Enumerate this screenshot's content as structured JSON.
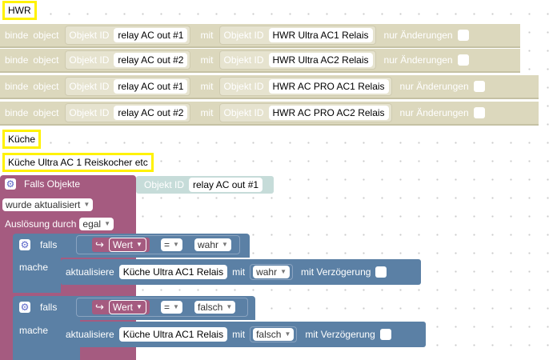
{
  "comments": {
    "hwr": "HWR",
    "kueche": "Küche",
    "kueche_ultra": "Küche Ultra  AC 1 Reiskocher etc"
  },
  "bind_rows": [
    {
      "w1": "binde",
      "w2": "object",
      "id_label": "Objekt ID",
      "id_value": "relay AC out #1",
      "mit": "mit",
      "id_label2": "Objekt ID",
      "id_value2": "HWR Ultra AC1 Relais",
      "only_changes": "nur Änderungen"
    },
    {
      "w1": "binde",
      "w2": "object",
      "id_label": "Objekt ID",
      "id_value": "relay AC out #2",
      "mit": "mit",
      "id_label2": "Objekt ID",
      "id_value2": "HWR Ultra AC2 Relais",
      "only_changes": "nur Änderungen"
    },
    {
      "w1": "binde",
      "w2": "object",
      "id_label": "Objekt ID",
      "id_value": "relay AC out #1",
      "mit": "mit",
      "id_label2": "Objekt ID",
      "id_value2": "HWR AC PRO AC1 Relais",
      "only_changes": "nur Änderungen"
    },
    {
      "w1": "binde",
      "w2": "object",
      "id_label": "Objekt ID",
      "id_value": "relay AC out #2",
      "mit": "mit",
      "id_label2": "Objekt ID",
      "id_value2": "HWR AC PRO AC2 Relais",
      "only_changes": "nur Änderungen"
    }
  ],
  "trigger": {
    "title": "Falls Objekte",
    "obj_label": "Objekt ID",
    "obj_value": "relay AC out #1",
    "condition": "wurde aktualisiert",
    "trigger_label": "Auslösung durch",
    "trigger_value": "egal"
  },
  "if_blocks": [
    {
      "falls": "falls",
      "mache": "mache",
      "var": "Wert",
      "op": "=",
      "cmp": "wahr",
      "action": "aktualisiere",
      "target": "Küche Ultra AC1 Relais",
      "mit": "mit",
      "value": "wahr",
      "delay": "mit Verzögerung"
    },
    {
      "falls": "falls",
      "mache": "mache",
      "var": "Wert",
      "op": "=",
      "cmp": "falsch",
      "action": "aktualisiere",
      "target": "Küche Ultra AC1 Relais",
      "mit": "mit",
      "value": "falsch",
      "delay": "mit Verzögerung"
    }
  ],
  "icons": {
    "gear": "gear-icon",
    "return": "return-arrow-icon"
  },
  "colors": {
    "trigger": "#a55b80",
    "logic": "#5b80a5",
    "disabled": "#dcd8bd",
    "comment_border": "#fff200"
  }
}
